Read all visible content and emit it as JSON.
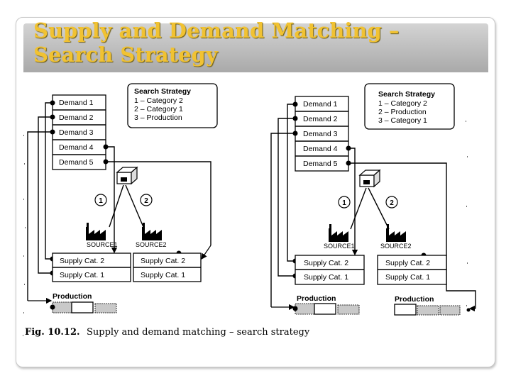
{
  "slide": {
    "title_line1": "Supply and Demand Matching –",
    "title_line2": "Search Strategy",
    "title_color": "#f1c232"
  },
  "figure": {
    "caption_label": "Fig. 10.12.",
    "caption_text": "Supply and demand matching – search strategy",
    "left_panel": {
      "demands": [
        "Demand 1",
        "Demand 2",
        "Demand 3",
        "Demand 4",
        "Demand 5"
      ],
      "strategy_title": "Search Strategy",
      "strategy_items": [
        "1 – Category 2",
        "2 – Category 1",
        "3 – Production"
      ],
      "route_1": "1",
      "route_2": "2",
      "source1": "SOURCE1",
      "source2": "SOURCE2",
      "supply_left": [
        "Supply Cat. 2",
        "Supply Cat. 1"
      ],
      "supply_right": [
        "Supply Cat. 2",
        "Supply Cat. 1"
      ],
      "production": "Production"
    },
    "right_panel": {
      "demands": [
        "Demand 1",
        "Demand 2",
        "Demand 3",
        "Demand 4",
        "Demand 5"
      ],
      "strategy_title": "Search Strategy",
      "strategy_items": [
        "1 – Category 2",
        "2 – Production",
        "3 – Category 1"
      ],
      "route_1": "1",
      "route_2": "2",
      "source1": "SOURCE1",
      "source2": "SOURCE2",
      "supply_left": [
        "Supply Cat. 2",
        "Supply Cat. 1"
      ],
      "supply_right": [
        "Supply Cat. 2",
        "Supply Cat. 1"
      ],
      "production_left": "Production",
      "production_right": "Production"
    }
  }
}
